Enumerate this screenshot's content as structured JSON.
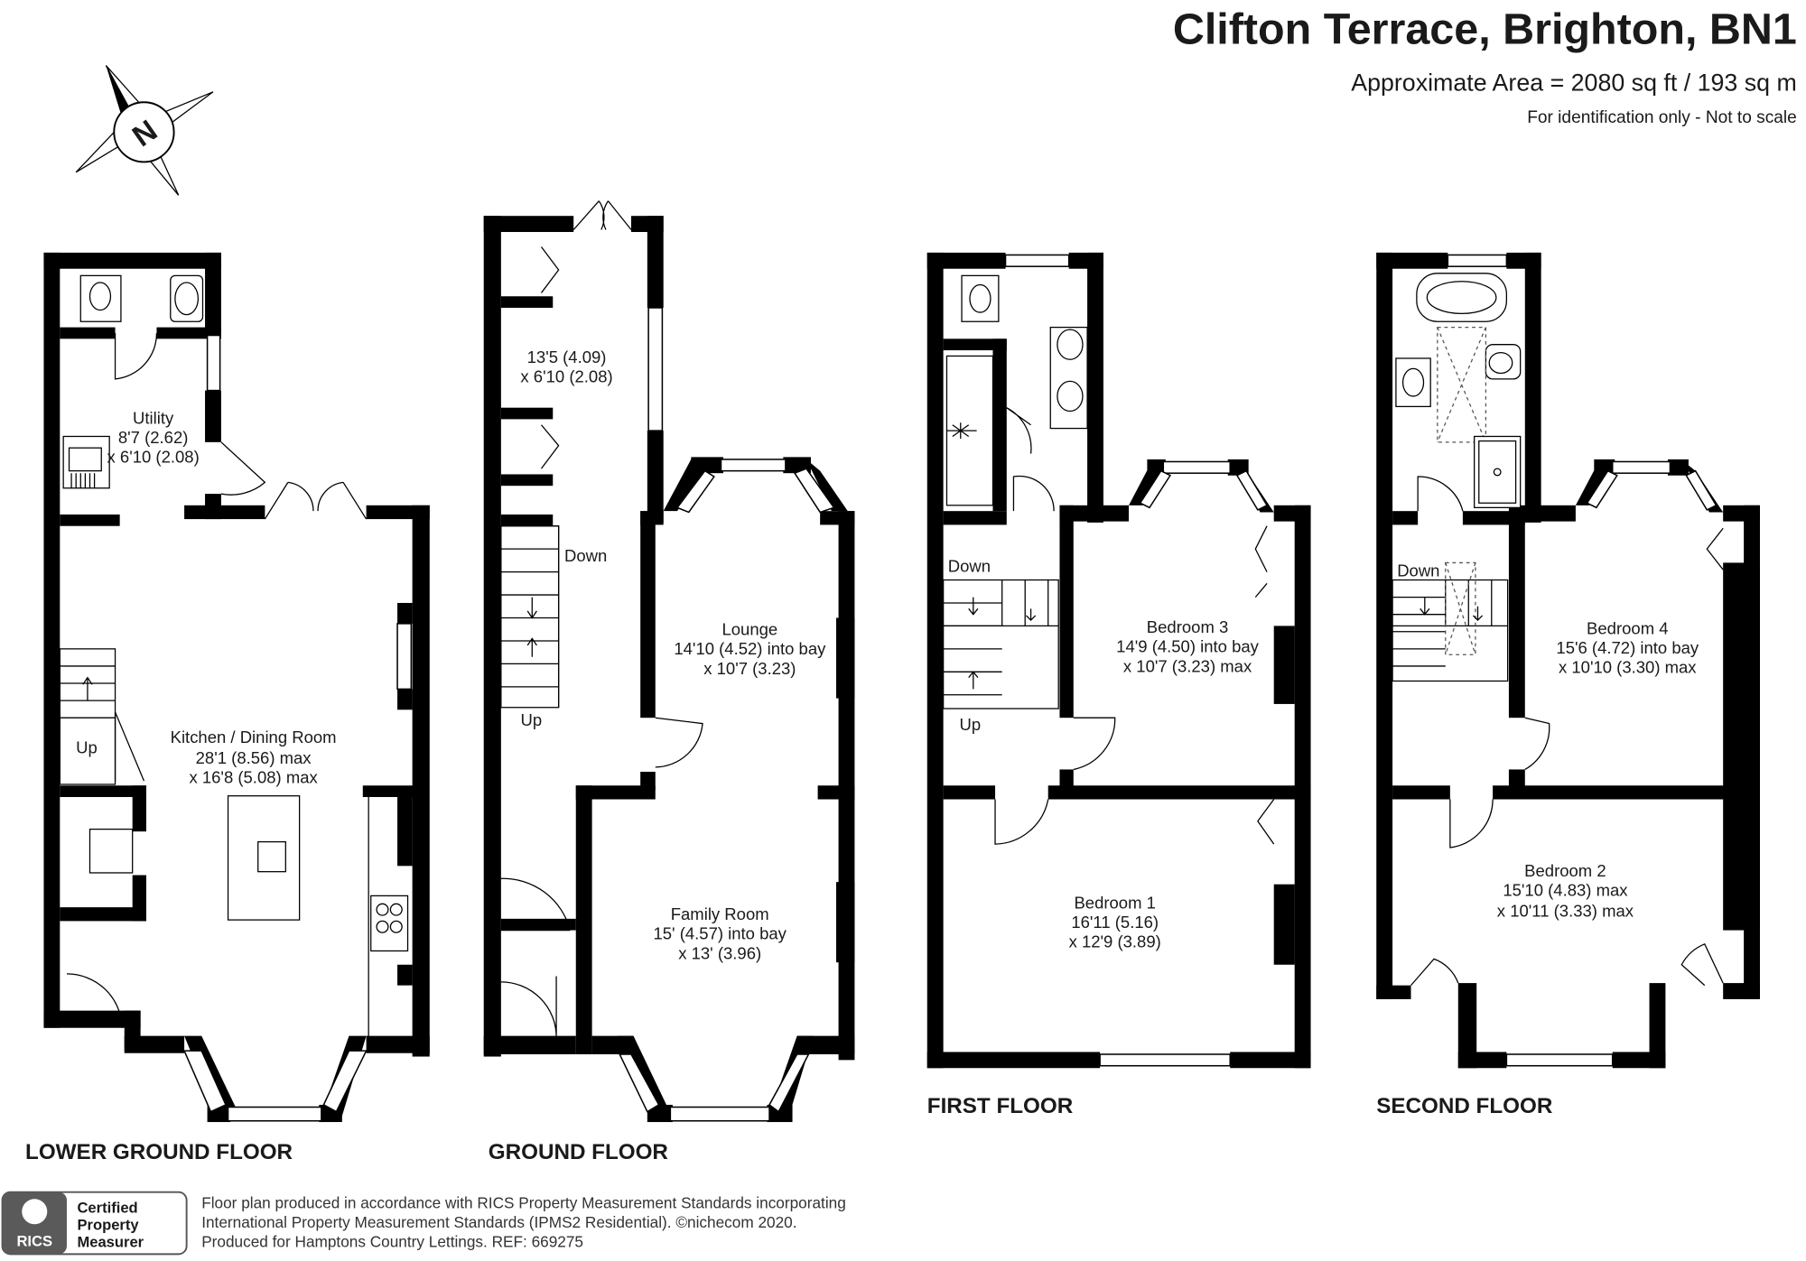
{
  "header": {
    "title": "Clifton Terrace, Brighton, BN1",
    "area": "Approximate Area = 2080 sq ft / 193 sq m",
    "note": "For identification only - Not to scale"
  },
  "compass": {
    "label": "N",
    "icon": "compass-north-icon"
  },
  "floors": {
    "lower_ground": {
      "label": "LOWER GROUND FLOOR",
      "utility": {
        "name": "Utility",
        "dim1": "8'7 (2.62)",
        "dim2": "x 6'10 (2.08)"
      },
      "kitchen": {
        "name": "Kitchen / Dining Room",
        "dim1": "28'1 (8.56) max",
        "dim2": "x 16'8 (5.08) max"
      },
      "stair_up": "Up"
    },
    "ground": {
      "label": "GROUND FLOOR",
      "room": {
        "dim1": "13'5 (4.09)",
        "dim2": "x 6'10 (2.08)"
      },
      "lounge": {
        "name": "Lounge",
        "dim1": "14'10 (4.52) into bay",
        "dim2": "x 10'7 (3.23)"
      },
      "family": {
        "name": "Family Room",
        "dim1": "15' (4.57) into bay",
        "dim2": "x 13' (3.96)"
      },
      "stair_down": "Down",
      "stair_up": "Up"
    },
    "first": {
      "label": "FIRST FLOOR",
      "bed3": {
        "name": "Bedroom 3",
        "dim1": "14'9 (4.50) into bay",
        "dim2": "x 10'7 (3.23) max"
      },
      "bed1": {
        "name": "Bedroom 1",
        "dim1": "16'11 (5.16)",
        "dim2": "x 12'9 (3.89)"
      },
      "stair_down": "Down",
      "stair_up": "Up"
    },
    "second": {
      "label": "SECOND FLOOR",
      "bed4": {
        "name": "Bedroom 4",
        "dim1": "15'6 (4.72) into bay",
        "dim2": "x 10'10 (3.30) max"
      },
      "bed2": {
        "name": "Bedroom 2",
        "dim1": "15'10 (4.83) max",
        "dim2": "x 10'11 (3.33) max"
      },
      "stair_down": "Down"
    }
  },
  "footer": {
    "badge_line1": "Certified",
    "badge_line2": "Property",
    "badge_line3": "Measurer",
    "rics": "RICS",
    "line1": "Floor plan produced in accordance with RICS Property Measurement Standards incorporating",
    "line2": "International Property Measurement Standards (IPMS2 Residential).   ©nichecom 2020.",
    "line3": "Produced for Hamptons Country Lettings.   REF:  669275"
  }
}
